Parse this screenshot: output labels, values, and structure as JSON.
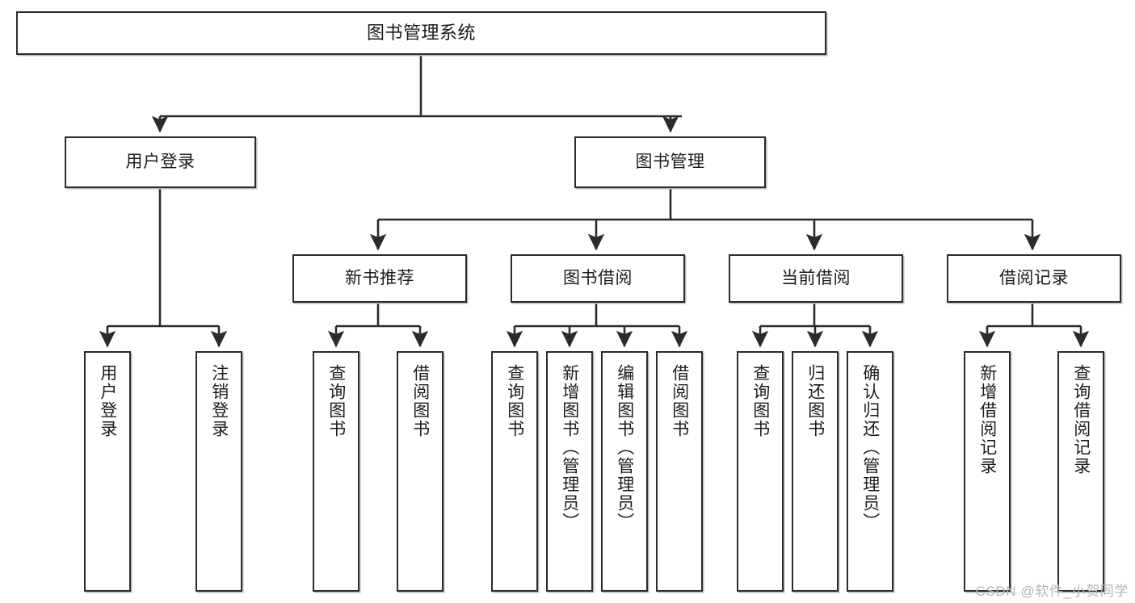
{
  "diagram": {
    "title": "图书管理系统",
    "type": "hierarchy-tree",
    "watermark": "CSDN @软件_小贺同学",
    "colors": {
      "node_border": "#2b2b2b",
      "node_fill": "#ffffff",
      "edge": "#2b2b2b",
      "text": "#1c1c1c",
      "watermark": "#b4b4b4",
      "background": "#ffffff"
    },
    "nodes": {
      "root": {
        "label": "图书管理系统"
      },
      "level2": [
        {
          "label": "用户登录"
        },
        {
          "label": "图书管理"
        }
      ],
      "level3": [
        {
          "label": "新书推荐"
        },
        {
          "label": "图书借阅"
        },
        {
          "label": "当前借阅"
        },
        {
          "label": "借阅记录"
        }
      ],
      "leaves": {
        "user_login": [
          {
            "label": "用户登录"
          },
          {
            "label": "注销登录"
          }
        ],
        "new_book_recommend": [
          {
            "label": "查询图书"
          },
          {
            "label": "借阅图书"
          }
        ],
        "book_borrow": [
          {
            "label": "查询图书"
          },
          {
            "label": "新增图书（管理员）"
          },
          {
            "label": "编辑图书（管理员）"
          },
          {
            "label": "借阅图书"
          }
        ],
        "current_borrow": [
          {
            "label": "查询图书"
          },
          {
            "label": "归还图书"
          },
          {
            "label": "确认归还（管理员）"
          }
        ],
        "borrow_record": [
          {
            "label": "新增借阅记录"
          },
          {
            "label": "查询借阅记录"
          }
        ]
      }
    }
  }
}
